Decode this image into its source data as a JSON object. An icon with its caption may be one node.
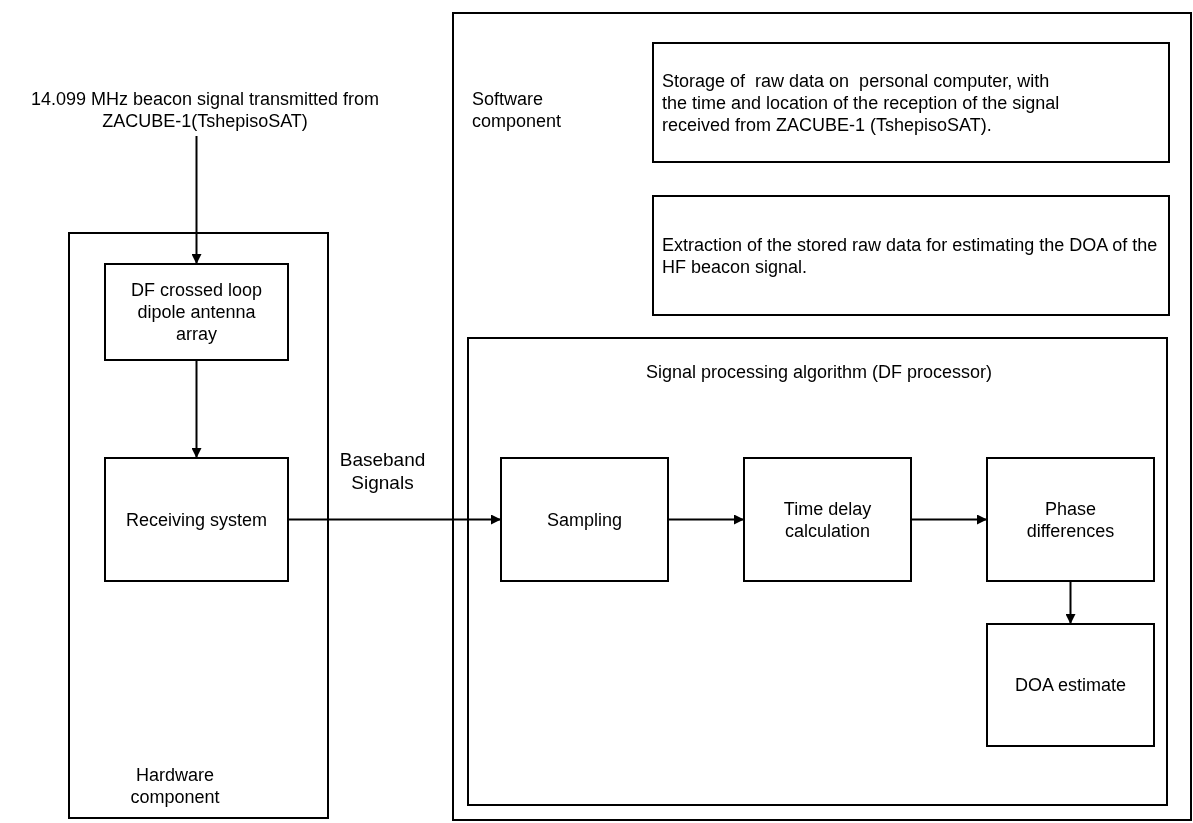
{
  "diagram": {
    "nodes": [
      {
        "text": [
          "14.099 MHz beacon signal transmitted from ZACUBE-1(TshepisoSAT)"
        ]
      },
      {
        "text": [
          "Hardware component"
        ]
      },
      {
        "text": [
          "DF crossed loop dipole antenna array"
        ],
        "in": 1
      },
      {
        "text": [
          "Receiving system"
        ],
        "in": 1
      },
      {
        "text": [
          "Software component"
        ]
      },
      {
        "text": [
          "Storage of  raw data on  personal computer, with the time and location of the reception of the signal received from ZACUBE-1 (TshepisoSAT)."
        ],
        "in": 4
      },
      {
        "text": [
          "Extraction of the stored raw data for estimating the DOA of the HF beacon signal."
        ],
        "in": 4
      },
      {
        "text": [
          "Signal processing algorithm (DF processor)"
        ],
        "in": 4
      },
      {
        "text": [
          "Sampling"
        ],
        "in": 7
      },
      {
        "text": [
          "Time delay calculation"
        ],
        "in": 7
      },
      {
        "text": [
          "Phase differences"
        ],
        "in": 7
      },
      {
        "text": [
          "DOA estimate"
        ],
        "in": 7
      }
    ],
    "edges": [
      {
        "from": 0,
        "to": 2,
        "arrow": "to"
      },
      {
        "from": 2,
        "to": 3,
        "arrow": "to"
      },
      {
        "from": 3,
        "to": 8,
        "arrow": "to",
        "label": "Baseband Signals"
      },
      {
        "from": 8,
        "to": 9,
        "arrow": "to"
      },
      {
        "from": 9,
        "to": 10,
        "arrow": "to"
      },
      {
        "from": 10,
        "to": 11,
        "arrow": "to"
      }
    ]
  }
}
